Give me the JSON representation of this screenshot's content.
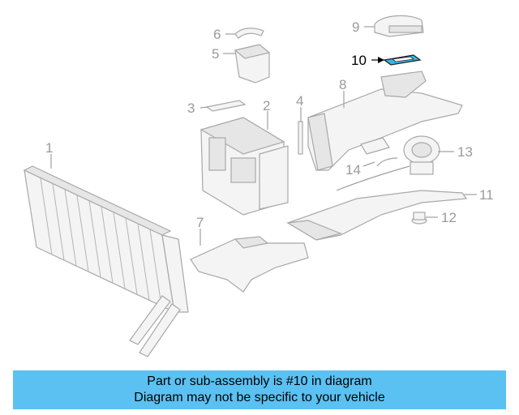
{
  "diagram": {
    "callouts": [
      {
        "id": "1",
        "label": "1"
      },
      {
        "id": "2",
        "label": "2"
      },
      {
        "id": "3",
        "label": "3"
      },
      {
        "id": "4",
        "label": "4"
      },
      {
        "id": "5",
        "label": "5"
      },
      {
        "id": "6",
        "label": "6"
      },
      {
        "id": "7",
        "label": "7"
      },
      {
        "id": "8",
        "label": "8"
      },
      {
        "id": "9",
        "label": "9"
      },
      {
        "id": "10",
        "label": "10"
      },
      {
        "id": "11",
        "label": "11"
      },
      {
        "id": "12",
        "label": "12"
      },
      {
        "id": "13",
        "label": "13"
      },
      {
        "id": "14",
        "label": "14"
      }
    ],
    "highlighted_part": "10",
    "colors": {
      "highlight": "#36b5ec",
      "banner": "#5bc1f2",
      "line_art": "#a8a8a8"
    }
  },
  "banner": {
    "line1": "Part or sub-assembly is #10 in diagram",
    "line2": "Diagram may not be specific to your vehicle"
  }
}
